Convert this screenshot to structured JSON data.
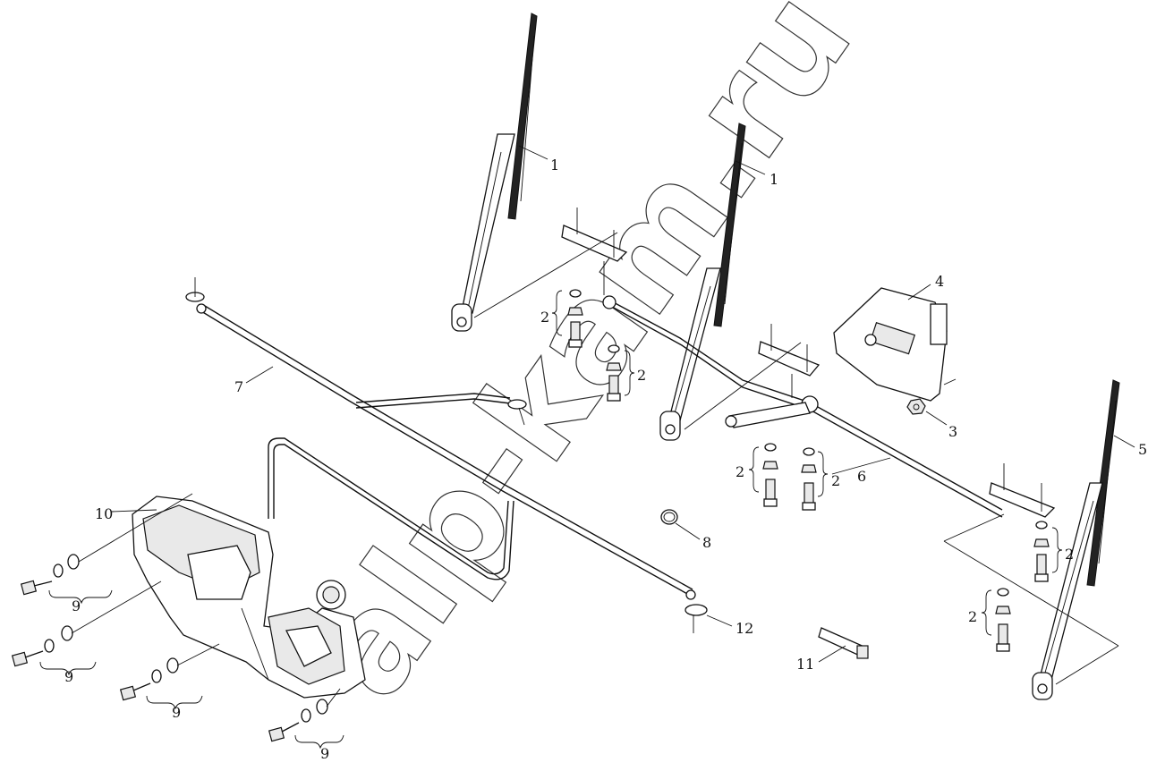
{
  "watermark": "alp-kam.ru",
  "labels": [
    {
      "id": "callout-1a",
      "text": "1"
    },
    {
      "id": "callout-1b",
      "text": "1"
    },
    {
      "id": "callout-2a",
      "text": "2"
    },
    {
      "id": "callout-2b",
      "text": "2"
    },
    {
      "id": "callout-2c",
      "text": "2"
    },
    {
      "id": "callout-2d",
      "text": "2"
    },
    {
      "id": "callout-2e",
      "text": "2"
    },
    {
      "id": "callout-2f",
      "text": "2"
    },
    {
      "id": "callout-3",
      "text": "3"
    },
    {
      "id": "callout-4",
      "text": "4"
    },
    {
      "id": "callout-5",
      "text": "5"
    },
    {
      "id": "callout-6",
      "text": "6"
    },
    {
      "id": "callout-7",
      "text": "7"
    },
    {
      "id": "callout-8",
      "text": "8"
    },
    {
      "id": "callout-9a",
      "text": "9"
    },
    {
      "id": "callout-9b",
      "text": "9"
    },
    {
      "id": "callout-9c",
      "text": "9"
    },
    {
      "id": "callout-9d",
      "text": "9"
    },
    {
      "id": "callout-10",
      "text": "10"
    },
    {
      "id": "callout-11",
      "text": "11"
    },
    {
      "id": "callout-12",
      "text": "12"
    }
  ]
}
